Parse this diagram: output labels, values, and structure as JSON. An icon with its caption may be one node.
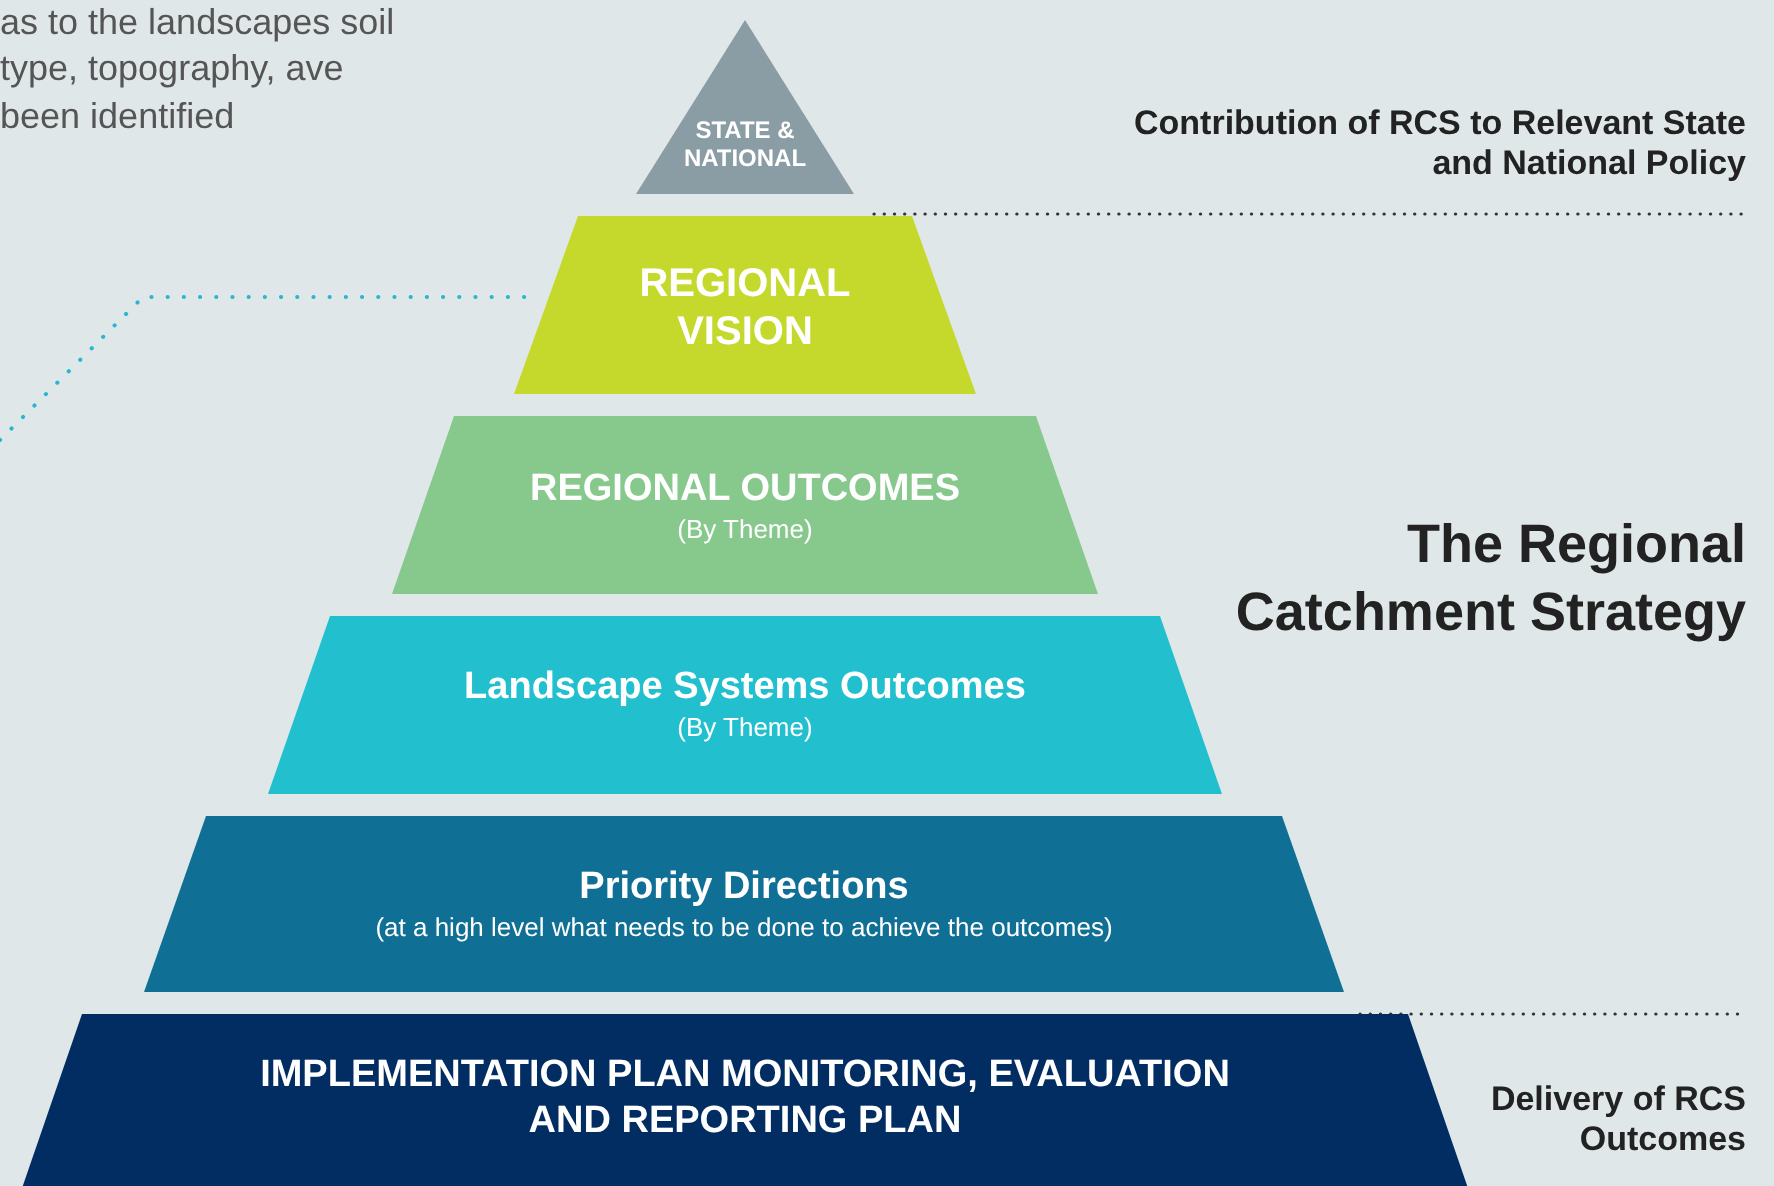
{
  "diagram": {
    "nodes": [
      {
        "text": [
          "STATE & NATIONAL"
        ]
      },
      {
        "text": [
          "REGIONAL VISION"
        ]
      },
      {
        "text": [
          "REGIONAL OUTCOMES",
          "(By Theme)"
        ]
      },
      {
        "text": [
          "Landscape Systems Outcomes",
          "(By Theme)"
        ]
      },
      {
        "text": [
          "Priority Directions",
          "(at a high level what needs to be done to achieve the outcomes)"
        ]
      },
      {
        "text": [
          "IMPLEMENTATION PLAN MONITORING, EVALUATION AND REPORTING PLAN"
        ]
      }
    ],
    "edges": [
      {
        "from": null,
        "to": 1,
        "arrow": "none",
        "style": "dashed",
        "color": "#29b6d0"
      }
    ],
    "labels": [
      "as to the landscapes soil type, topography, ave been identified",
      "Contribution of RCS to Relevant State and National Policy",
      "The Regional Catchment Strategy",
      "Delivery of RCS Outcomes"
    ]
  }
}
